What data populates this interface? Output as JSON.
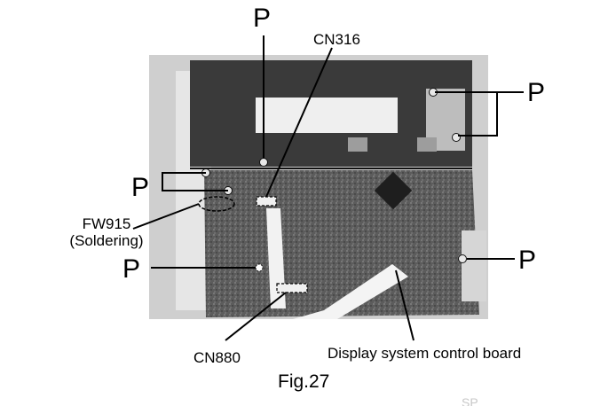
{
  "labels": {
    "screw": "P",
    "cn316": "CN316",
    "cn880": "CN880",
    "fw915_line1": "FW915",
    "fw915_line2": "(Soldering)",
    "display_board": "Display system control board",
    "figure": "Fig.27",
    "stray_text": "SP"
  },
  "colors": {
    "photo_bg": "#cfcfcf",
    "board": "#5c5c5c",
    "frame": "#3a3a3a",
    "leader": "#000000"
  },
  "icons": {
    "screw_marker": "circle",
    "connector_marker": "dashed-rectangle",
    "solder_marker": "dashed-ellipse"
  }
}
